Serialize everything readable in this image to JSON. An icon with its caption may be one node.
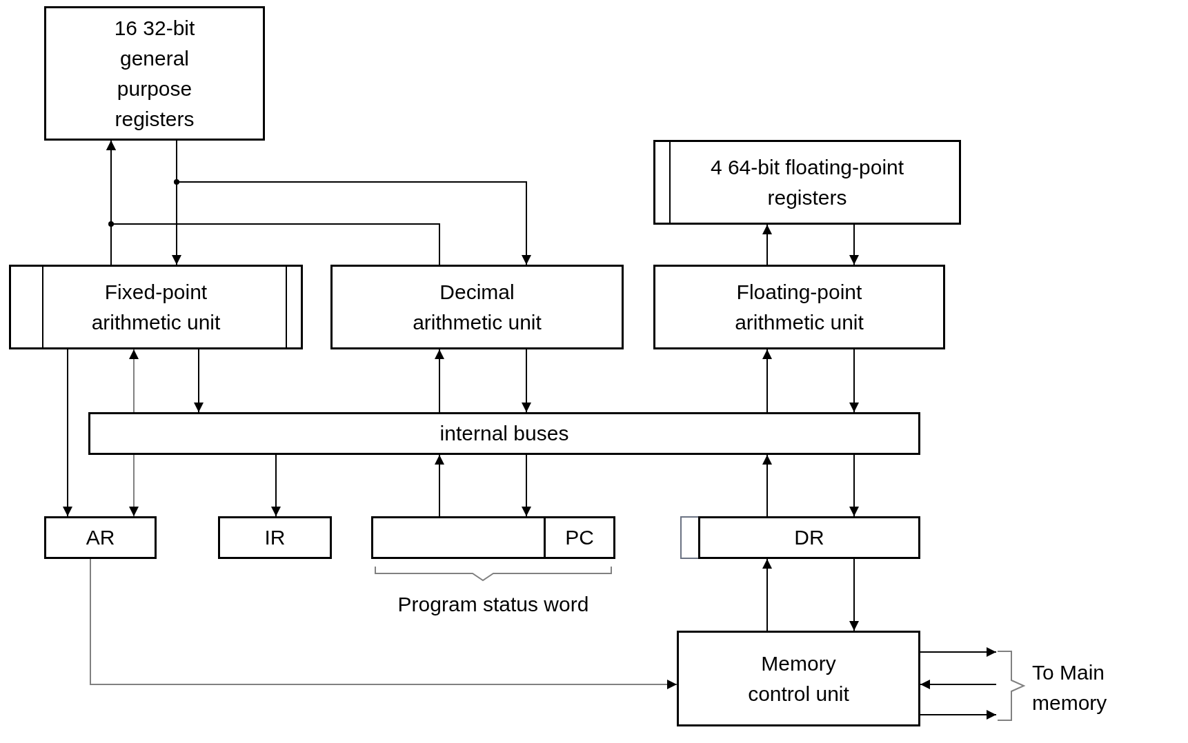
{
  "diagram": {
    "nodes": [
      {
        "text": [
          "16 32-bit general purpose registers"
        ]
      },
      {
        "text": [
          "4 64-bit floating-point registers"
        ]
      },
      {
        "text": [
          "Fixed-point arithmetic unit"
        ]
      },
      {
        "text": [
          "Decimal arithmetic unit"
        ]
      },
      {
        "text": [
          "Floating-point arithmetic unit"
        ]
      },
      {
        "text": [
          "internal buses"
        ]
      },
      {
        "text": [
          "AR"
        ]
      },
      {
        "text": [
          "IR"
        ]
      },
      {
        "text": [],
        "shape": "box",
        "beside": [
          "Program status word"
        ]
      },
      {
        "text": [
          "PC"
        ],
        "in": 8
      },
      {
        "text": [
          "DR"
        ]
      },
      {
        "text": [
          "Memory control unit"
        ]
      },
      {
        "text": [
          "To Main memory"
        ]
      }
    ],
    "edges": [
      {
        "from": 2,
        "to": 0,
        "arrow": "to"
      },
      {
        "from": 0,
        "to": 2,
        "arrow": "to"
      },
      {
        "from": 0,
        "to": 3,
        "arrow": "to"
      },
      {
        "from": 3,
        "to": 0,
        "arrow": "to"
      },
      {
        "from": 4,
        "to": 1,
        "arrow": "to"
      },
      {
        "from": 1,
        "to": 4,
        "arrow": "to"
      },
      {
        "from": 2,
        "to": 6,
        "arrow": "to"
      },
      {
        "from": 5,
        "to": 2,
        "arrow": "to",
        "color": "#808080"
      },
      {
        "from": 2,
        "to": 5,
        "arrow": "to"
      },
      {
        "from": 5,
        "to": 3,
        "arrow": "to"
      },
      {
        "from": 3,
        "to": 5,
        "arrow": "to"
      },
      {
        "from": 5,
        "to": 4,
        "arrow": "to"
      },
      {
        "from": 4,
        "to": 5,
        "arrow": "to"
      },
      {
        "from": 5,
        "to": 6,
        "arrow": "to",
        "color": "#808080"
      },
      {
        "from": 5,
        "to": 7,
        "arrow": "to"
      },
      {
        "from": 8,
        "to": 5,
        "arrow": "to"
      },
      {
        "from": 5,
        "to": 8,
        "arrow": "to"
      },
      {
        "from": 10,
        "to": 5,
        "arrow": "to"
      },
      {
        "from": 5,
        "to": 10,
        "arrow": "to"
      },
      {
        "from": 11,
        "to": 10,
        "arrow": "to"
      },
      {
        "from": 10,
        "to": 11,
        "arrow": "to"
      },
      {
        "from": 6,
        "to": 11,
        "arrow": "to",
        "color": "#808080"
      },
      {
        "from": 11,
        "to": 12,
        "arrow": "to"
      },
      {
        "from": 12,
        "to": 11,
        "arrow": "to"
      },
      {
        "from": 11,
        "to": 12,
        "arrow": "to"
      }
    ]
  }
}
